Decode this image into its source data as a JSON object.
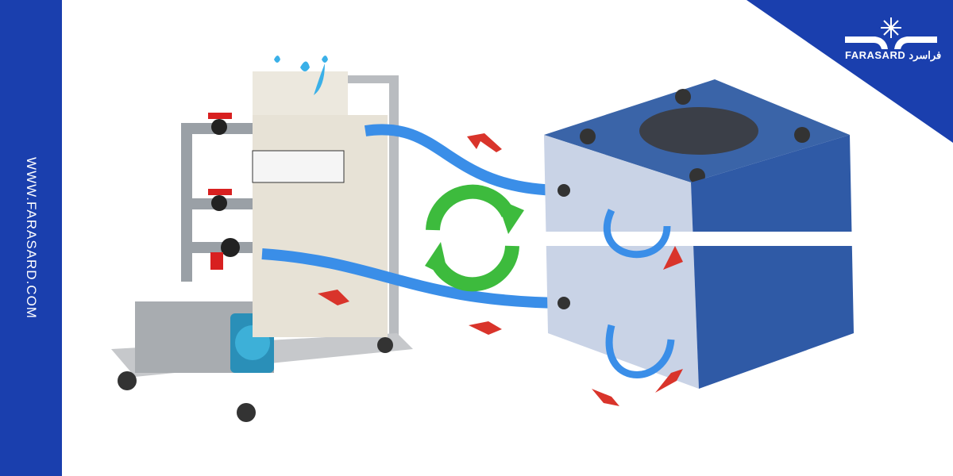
{
  "sidebar": {
    "url": "WWW.FARASARD.COM"
  },
  "brand": {
    "name": "FARASARD",
    "name_fa": "فراسرد",
    "color": "#1a3fae"
  },
  "illustration": {
    "icons": [
      "recycle-arrows-icon",
      "flow-arrow-icon",
      "water-splash-icon"
    ],
    "colors": {
      "hose": "#3a8ee8",
      "block": "#3a64a8",
      "recycle": "#3dbb3d",
      "arrow": "#d9342b"
    }
  }
}
